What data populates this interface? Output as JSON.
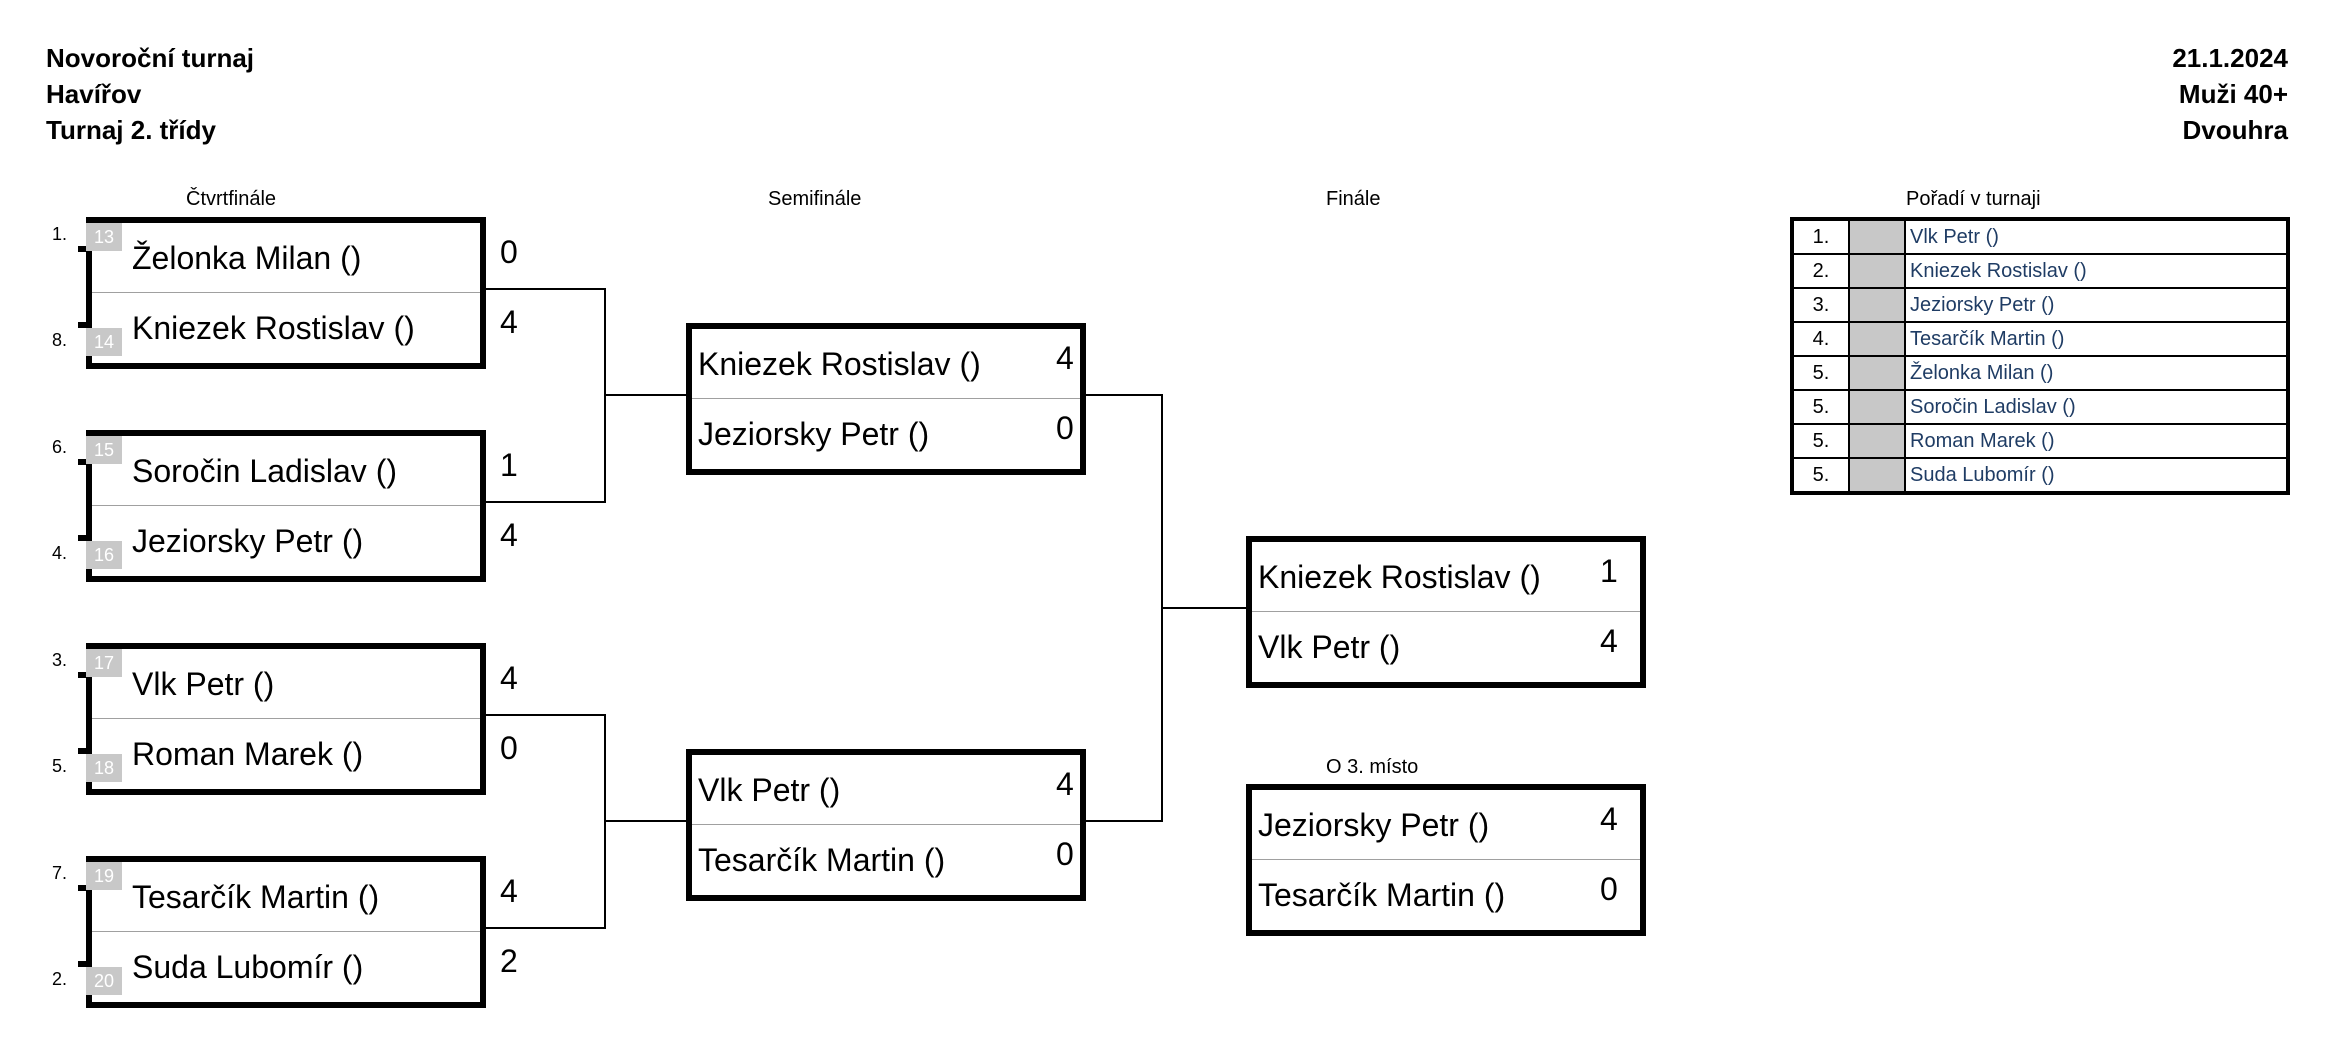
{
  "header": {
    "title": "Novoroční turnaj",
    "city": "Havířov",
    "class": "Turnaj 2. třídy",
    "date": "21.1.2024",
    "category": "Muži 40+",
    "discipline": "Dvouhra"
  },
  "rounds": {
    "qf": "Čtvrtfinále",
    "sf": "Semifinále",
    "f": "Finále",
    "third": "O 3. místo",
    "standings": "Pořadí v turnaji"
  },
  "quarterfinals": [
    {
      "top": {
        "rank": "1.",
        "seed": "13",
        "name": "Želonka Milan ()",
        "score": "0"
      },
      "bot": {
        "rank": "8.",
        "seed": "14",
        "name": "Kniezek Rostislav ()",
        "score": "4"
      }
    },
    {
      "top": {
        "rank": "6.",
        "seed": "15",
        "name": "Soročin Ladislav ()",
        "score": "1"
      },
      "bot": {
        "rank": "4.",
        "seed": "16",
        "name": "Jeziorsky Petr ()",
        "score": "4"
      }
    },
    {
      "top": {
        "rank": "3.",
        "seed": "17",
        "name": "Vlk Petr ()",
        "score": "4"
      },
      "bot": {
        "rank": "5.",
        "seed": "18",
        "name": "Roman Marek ()",
        "score": "0"
      }
    },
    {
      "top": {
        "rank": "7.",
        "seed": "19",
        "name": "Tesarčík Martin ()",
        "score": "4"
      },
      "bot": {
        "rank": "2.",
        "seed": "20",
        "name": "Suda Lubomír ()",
        "score": "2"
      }
    }
  ],
  "semifinals": [
    {
      "top": {
        "name": "Kniezek Rostislav ()",
        "score": "4"
      },
      "bot": {
        "name": "Jeziorsky Petr ()",
        "score": "0"
      }
    },
    {
      "top": {
        "name": "Vlk Petr ()",
        "score": "4"
      },
      "bot": {
        "name": "Tesarčík Martin ()",
        "score": "0"
      }
    }
  ],
  "final": {
    "top": {
      "name": "Kniezek Rostislav ()",
      "score": "1"
    },
    "bot": {
      "name": "Vlk Petr ()",
      "score": "4"
    }
  },
  "third_place": {
    "top": {
      "name": "Jeziorsky Petr ()",
      "score": "4"
    },
    "bot": {
      "name": "Tesarčík Martin ()",
      "score": "0"
    }
  },
  "standings": [
    {
      "rank": "1.",
      "name": "Vlk Petr ()"
    },
    {
      "rank": "2.",
      "name": "Kniezek Rostislav ()"
    },
    {
      "rank": "3.",
      "name": "Jeziorsky Petr ()"
    },
    {
      "rank": "4.",
      "name": "Tesarčík Martin ()"
    },
    {
      "rank": "5.",
      "name": "Želonka Milan ()"
    },
    {
      "rank": "5.",
      "name": "Soročin Ladislav ()"
    },
    {
      "rank": "5.",
      "name": "Roman Marek ()"
    },
    {
      "rank": "5.",
      "name": "Suda Lubomír ()"
    }
  ]
}
